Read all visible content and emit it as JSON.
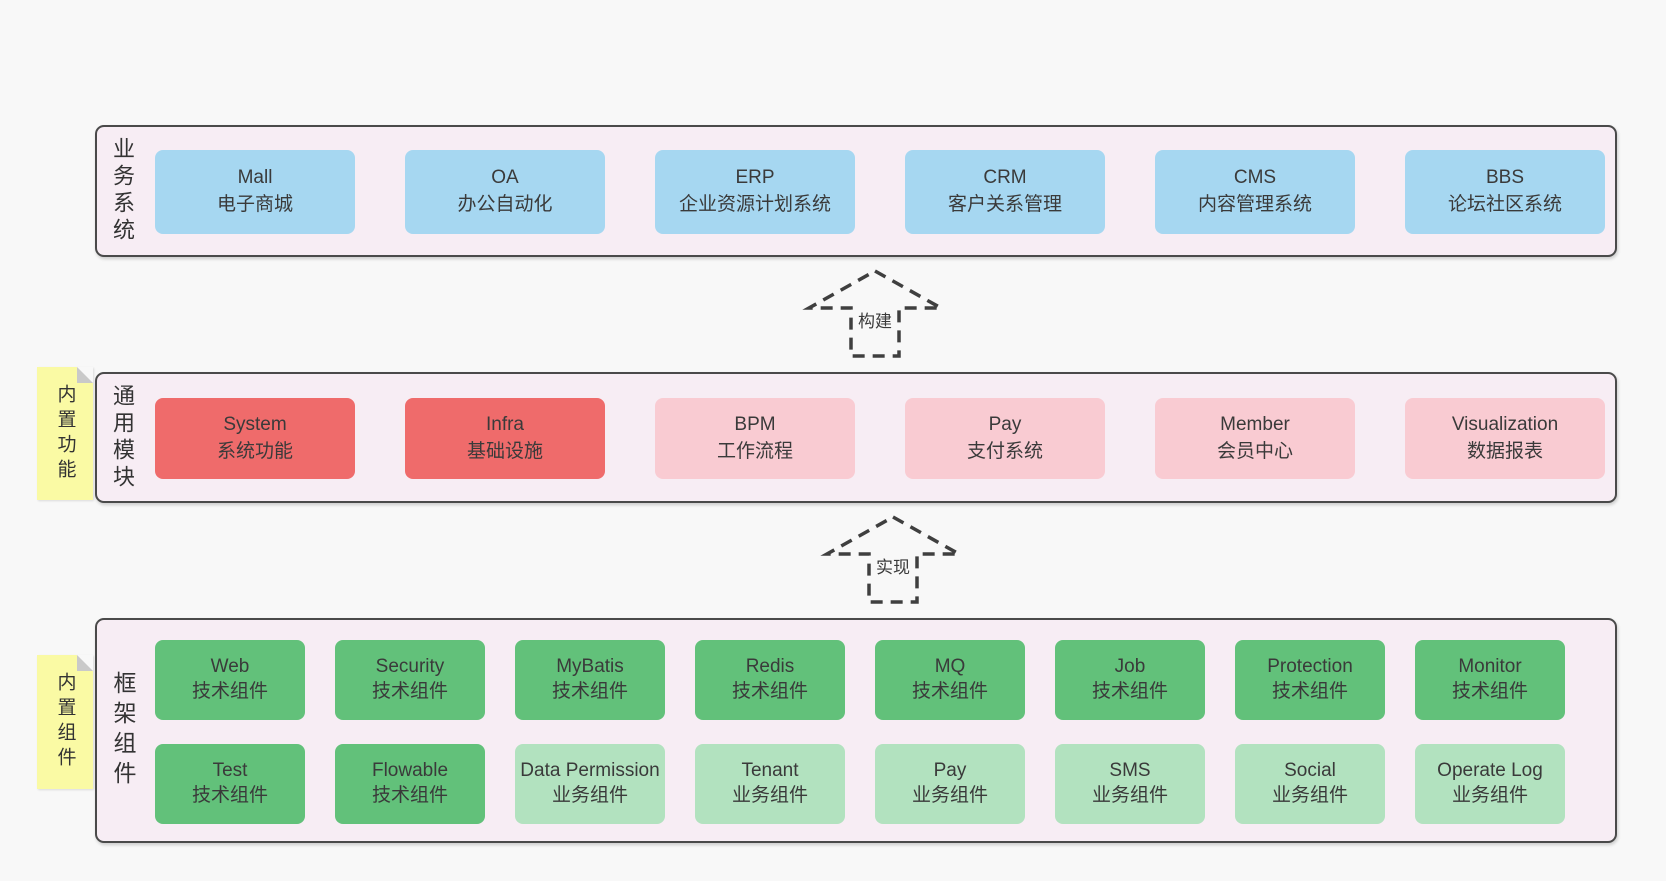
{
  "colors": {
    "page_bg": "#f8f8f8",
    "band_bg": "#f7edf4",
    "band_border": "#4a4a4a",
    "box_blue": "#a6d7f1",
    "box_red": "#ef6b6b",
    "box_pink": "#f9cbd2",
    "box_green_dark": "#62c17a",
    "box_green_light": "#b2e2bf",
    "sticky_yellow": "#fafaa4",
    "arrow_stroke": "#3f3f3f",
    "text": "#3a3a3a"
  },
  "arrows": [
    {
      "label": "构建"
    },
    {
      "label": "实现"
    }
  ],
  "bands": [
    {
      "label": "业务系统",
      "boxes": [
        {
          "title": "Mall",
          "subtitle": "电子商城"
        },
        {
          "title": "OA",
          "subtitle": "办公自动化"
        },
        {
          "title": "ERP",
          "subtitle": "企业资源计划系统"
        },
        {
          "title": "CRM",
          "subtitle": "客户关系管理"
        },
        {
          "title": "CMS",
          "subtitle": "内容管理系统"
        },
        {
          "title": "BBS",
          "subtitle": "论坛社区系统"
        }
      ]
    },
    {
      "label": "通用模块",
      "sticky": "内置功能",
      "boxes": [
        {
          "title": "System",
          "subtitle": "系统功能"
        },
        {
          "title": "Infra",
          "subtitle": "基础设施"
        },
        {
          "title": "BPM",
          "subtitle": "工作流程"
        },
        {
          "title": "Pay",
          "subtitle": "支付系统"
        },
        {
          "title": "Member",
          "subtitle": "会员中心"
        },
        {
          "title": "Visualization",
          "subtitle": "数据报表"
        }
      ]
    },
    {
      "label": "框架组件",
      "sticky": "内置组件",
      "rows": [
        [
          {
            "title": "Web",
            "subtitle": "技术组件"
          },
          {
            "title": "Security",
            "subtitle": "技术组件"
          },
          {
            "title": "MyBatis",
            "subtitle": "技术组件"
          },
          {
            "title": "Redis",
            "subtitle": "技术组件"
          },
          {
            "title": "MQ",
            "subtitle": "技术组件"
          },
          {
            "title": "Job",
            "subtitle": "技术组件"
          },
          {
            "title": "Protection",
            "subtitle": "技术组件"
          },
          {
            "title": "Monitor",
            "subtitle": "技术组件"
          }
        ],
        [
          {
            "title": "Test",
            "subtitle": "技术组件"
          },
          {
            "title": "Flowable",
            "subtitle": "技术组件"
          },
          {
            "title": "Data Permission",
            "subtitle": "业务组件"
          },
          {
            "title": "Tenant",
            "subtitle": "业务组件"
          },
          {
            "title": "Pay",
            "subtitle": "业务组件"
          },
          {
            "title": "SMS",
            "subtitle": "业务组件"
          },
          {
            "title": "Social",
            "subtitle": "业务组件"
          },
          {
            "title": "Operate Log",
            "subtitle": "业务组件"
          }
        ]
      ]
    }
  ]
}
